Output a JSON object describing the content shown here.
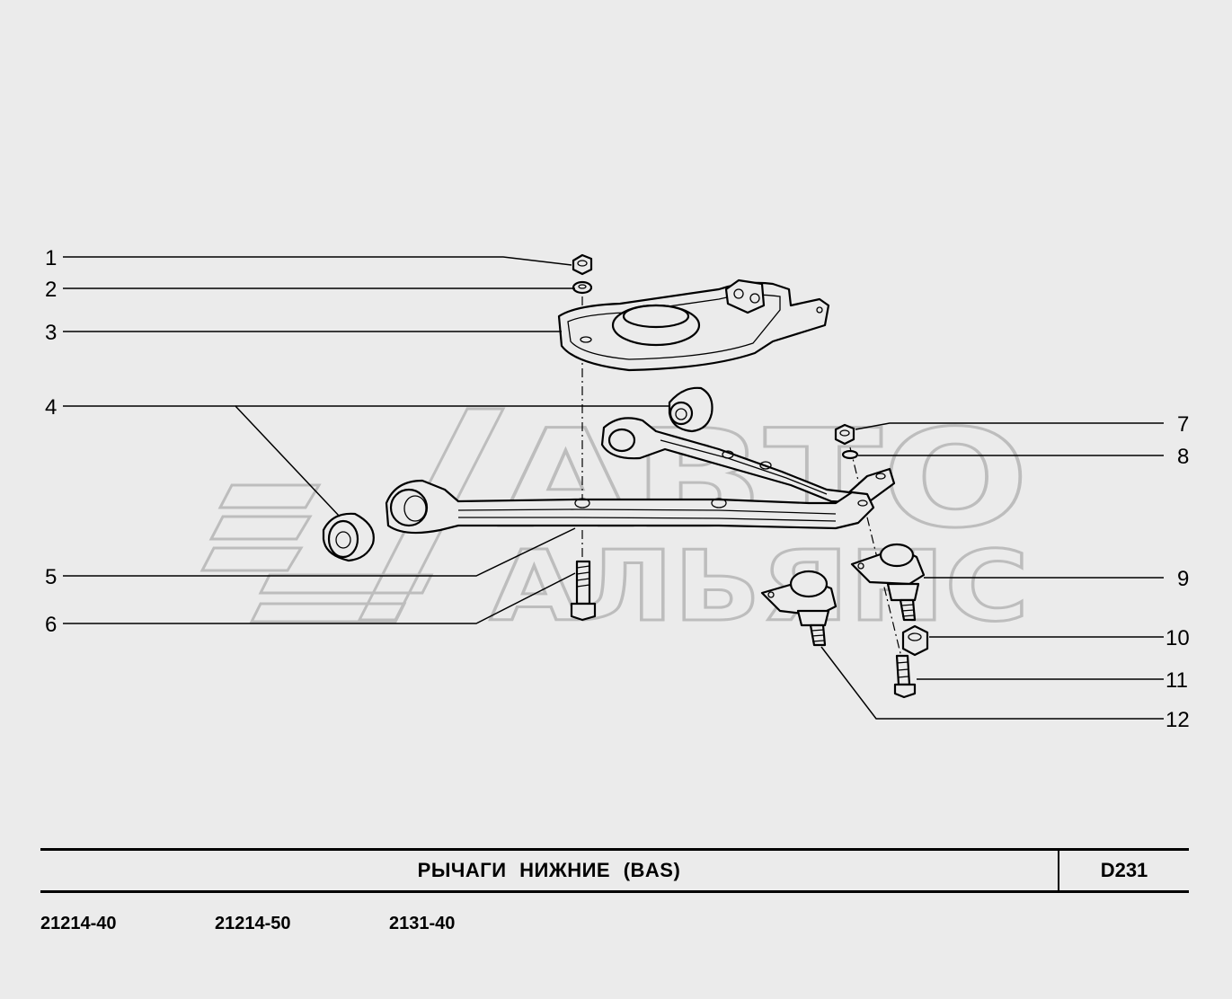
{
  "watermark": {
    "line1": "АВТО",
    "line2": "АЛЬЯНС"
  },
  "callouts": {
    "c1": "1",
    "c2": "2",
    "c3": "3",
    "c4": "4",
    "c5": "5",
    "c6": "6",
    "c7": "7",
    "c8": "8",
    "c9": "9",
    "c10": "10",
    "c11": "11",
    "c12": "12"
  },
  "title_block": {
    "title": "РЫЧАГИ НИЖНИЕ (BAS)",
    "code": "D231"
  },
  "models": [
    "21214-40",
    "21214-50",
    "2131-40"
  ],
  "colors": {
    "background": "#ebebeb",
    "lines": "#000000",
    "watermark": "#bdbdbd"
  }
}
